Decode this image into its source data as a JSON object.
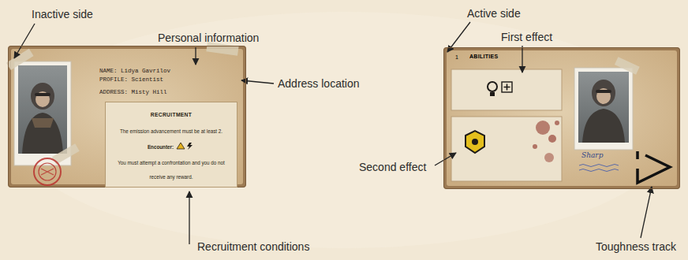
{
  "diagram": {
    "nodes": [
      {
        "text": [
          "NAME: Lidya Gavrilov",
          "PROFILE: Scientist",
          "ADDRESS: Misty Hill"
        ]
      },
      {
        "text": [
          "RECRUITMENT",
          "The emission advancement must be at least 2.",
          "Encounter:",
          "You must attempt a confrontation and you do not receive any reward."
        ],
        "in": 0
      },
      {
        "text": [
          "1",
          "ABILITIES",
          "Sharp"
        ]
      }
    ],
    "labels": [
      "Inactive side",
      "Personal information",
      "Address location",
      "Recruitment conditions",
      "Active side",
      "First effect",
      "Second effect",
      "Toughness track"
    ]
  }
}
